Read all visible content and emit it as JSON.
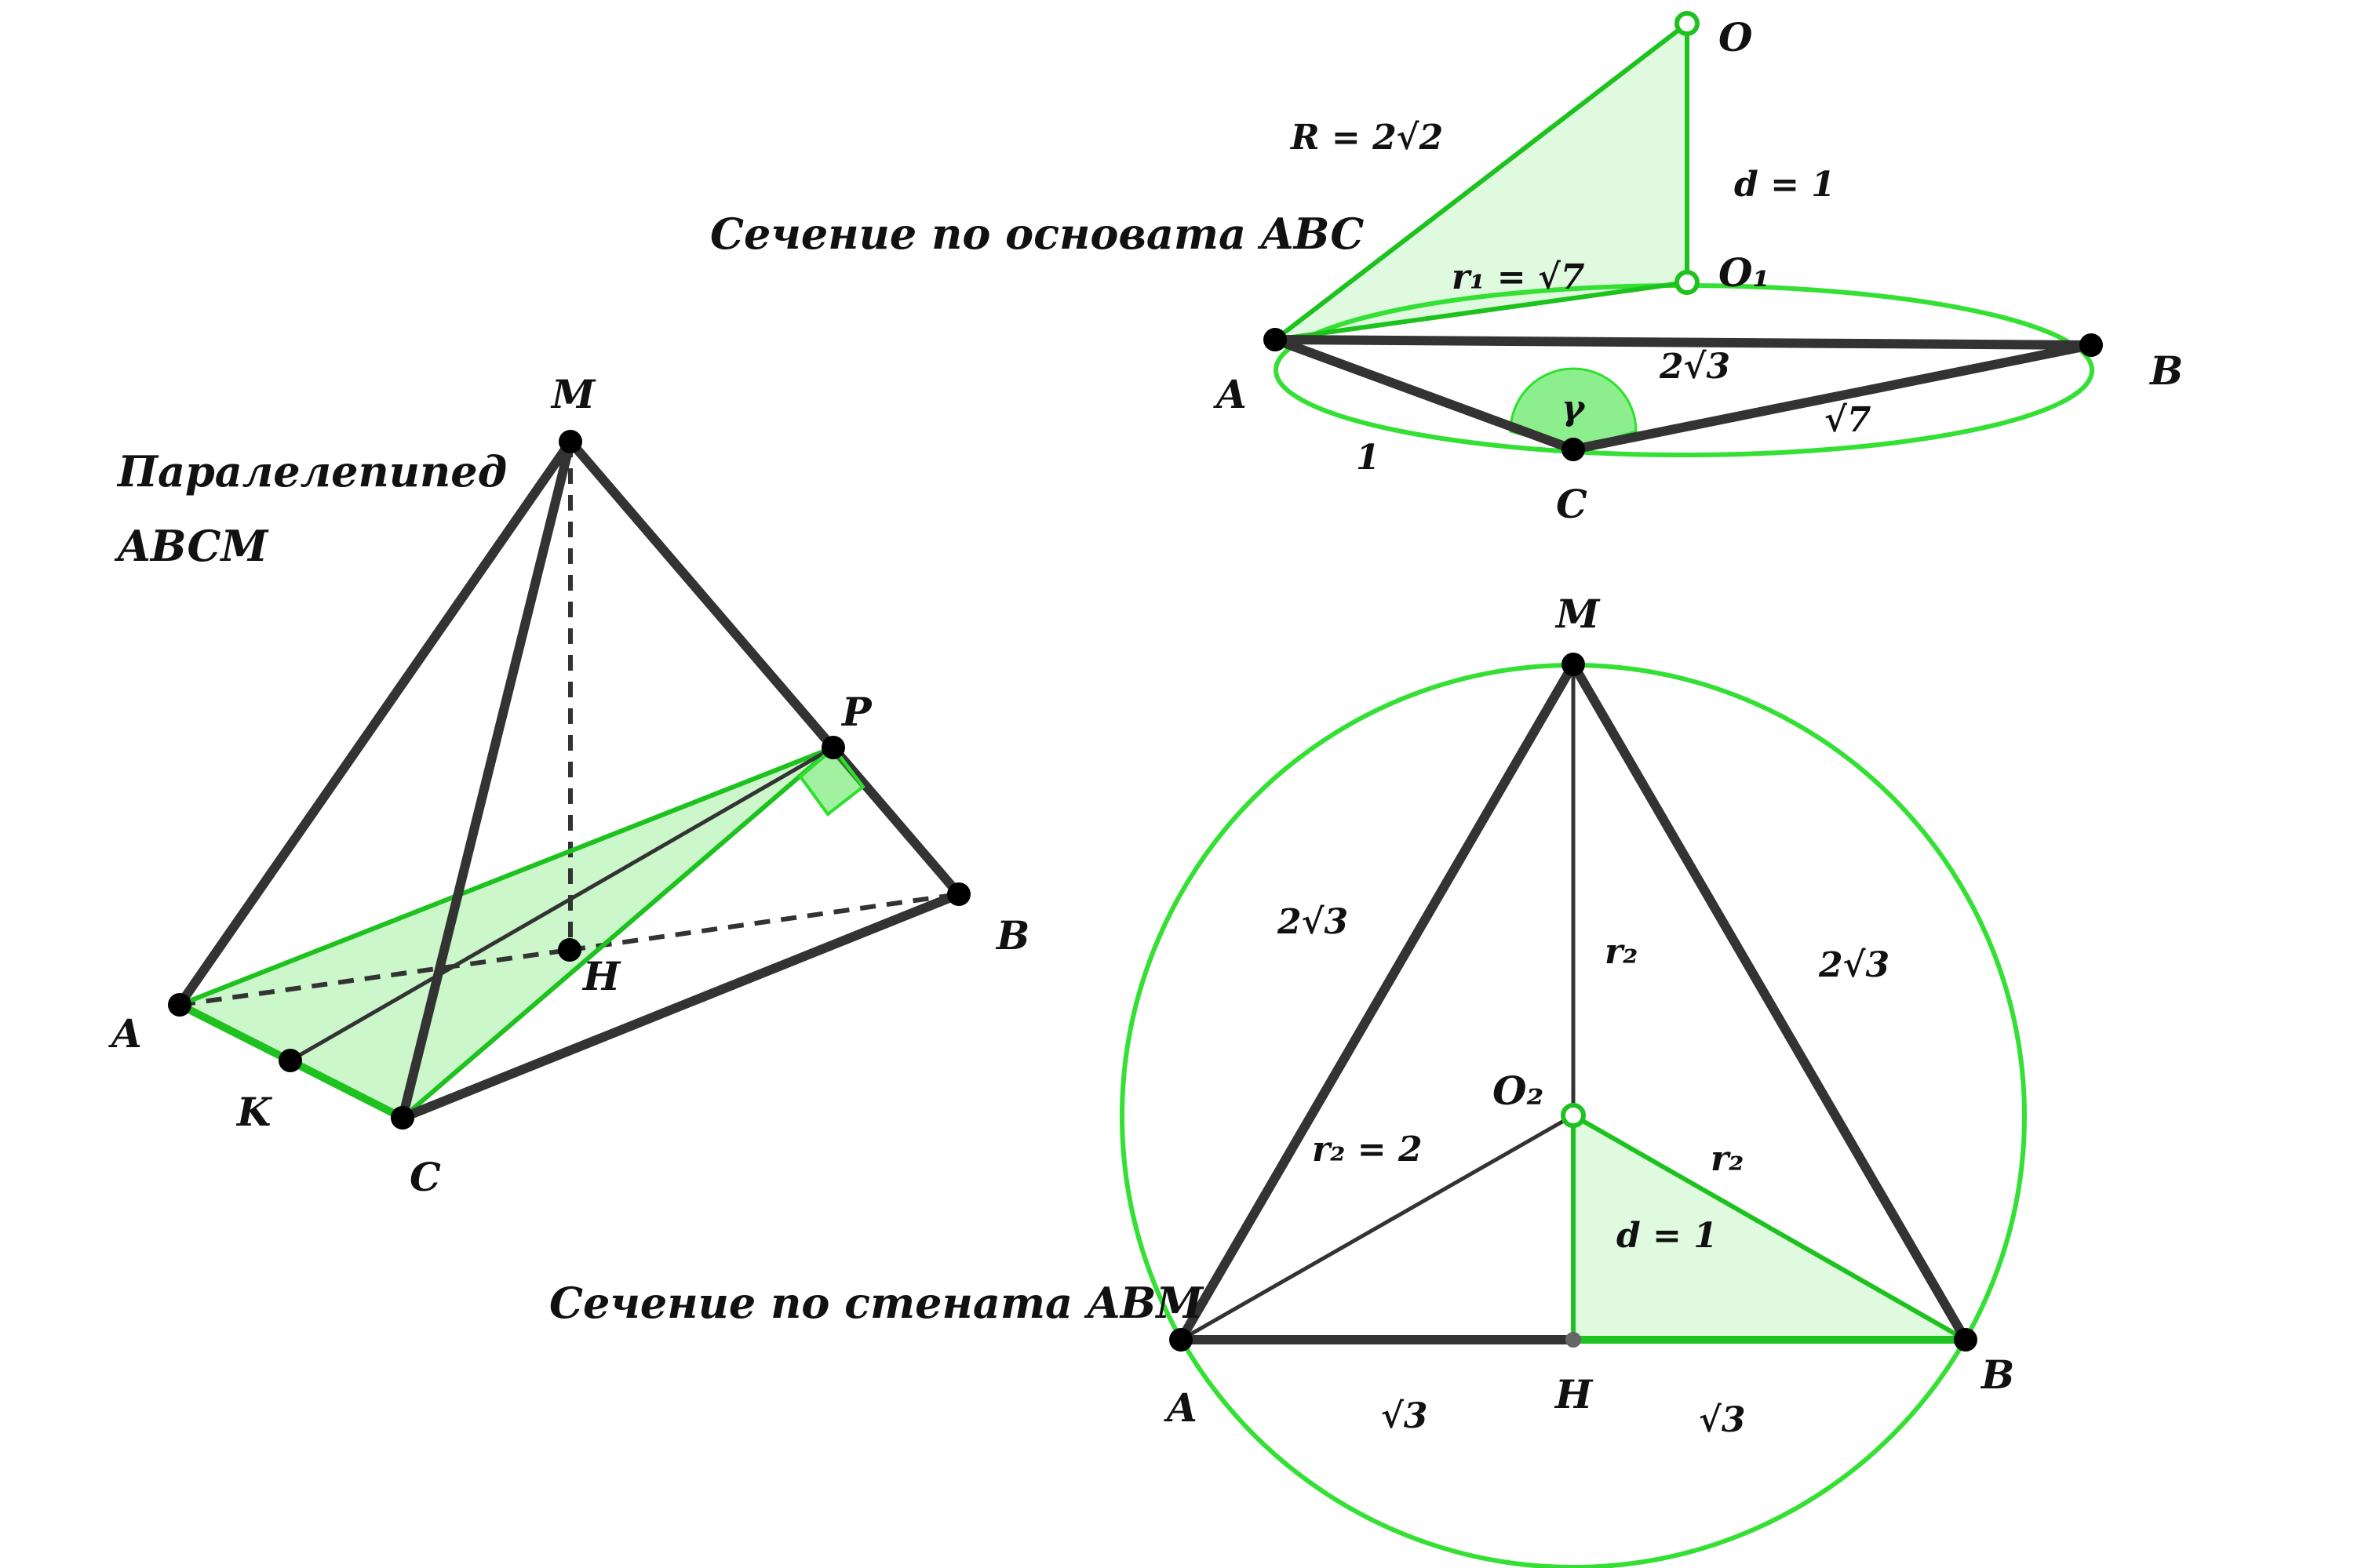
{
  "captions": {
    "pyramid_line1": "Паралелепипед",
    "pyramid_line2": "ABCM",
    "base_section": "Сечение по основата ABC",
    "face_section": "Сечение по стената ABM"
  },
  "pyramid": {
    "points": {
      "M": "M",
      "A": "A",
      "B": "B",
      "C": "C",
      "H": "H",
      "P": "P",
      "K": "K"
    }
  },
  "base": {
    "points": {
      "O": "O",
      "O1": "O₁",
      "A": "A",
      "B": "B",
      "C": "C"
    },
    "values": {
      "R": "R = 2√2",
      "d": "d = 1",
      "r1": "r₁ = √7",
      "AB": "2√3",
      "CB": "√7",
      "AC": "1",
      "angle": "γ"
    }
  },
  "face": {
    "points": {
      "M": "M",
      "O2": "O₂",
      "A": "A",
      "B": "B",
      "H": "H"
    },
    "values": {
      "MA": "2√3",
      "MB": "2√3",
      "MO2": "r₂",
      "O2A": "r₂ = 2",
      "O2B": "r₂",
      "d": "d = 1",
      "AH": "√3",
      "HB": "√3"
    }
  },
  "colors": {
    "edge": "#333333",
    "accent": "#1ec21e",
    "circle": "#33e033"
  }
}
